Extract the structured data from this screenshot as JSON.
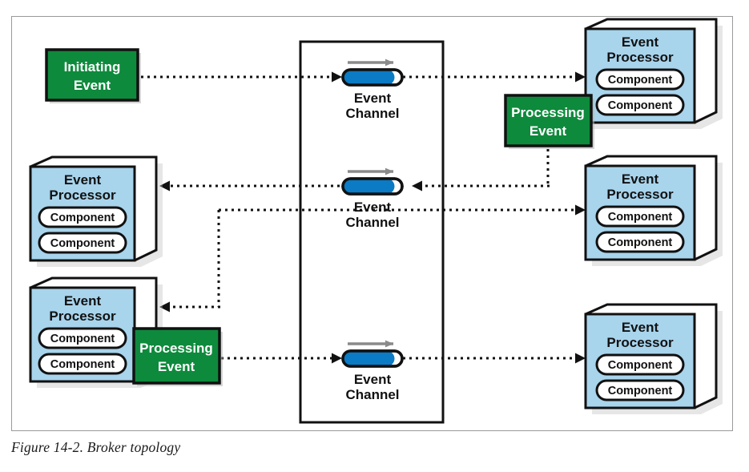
{
  "figure": {
    "caption": "Figure 14-2. Broker topology",
    "border_color": "#9a9a9a"
  },
  "colors": {
    "green_fill": "#0e8a3c",
    "green_stroke": "#111111",
    "processor_fill": "#a8d4ec",
    "processor_top": "#ffffff",
    "processor_stroke": "#111111",
    "channel_fill": "#0a7bc4",
    "channel_end": "#ffffff",
    "channel_stroke": "#111111",
    "arrow_gray": "#8a8a8a",
    "dotted_line": "#111111",
    "shadow": "#b4b4b4"
  },
  "broker": {
    "name": "broker-container",
    "stroke": "#111111"
  },
  "events": {
    "initiating": {
      "line1": "Initiating",
      "line2": "Event"
    },
    "processing_top": {
      "line1": "Processing",
      "line2": "Event"
    },
    "processing_bottom": {
      "line1": "Processing",
      "line2": "Event"
    }
  },
  "channels": [
    {
      "id": "channel-top",
      "line1": "Event",
      "line2": "Channel"
    },
    {
      "id": "channel-middle",
      "line1": "Event",
      "line2": "Channel"
    },
    {
      "id": "channel-bottom",
      "line1": "Event",
      "line2": "Channel"
    }
  ],
  "processors": [
    {
      "id": "processor-top-right",
      "line1": "Event",
      "line2": "Processor",
      "components": [
        "Component",
        "Component"
      ]
    },
    {
      "id": "processor-middle-right",
      "line1": "Event",
      "line2": "Processor",
      "components": [
        "Component",
        "Component"
      ]
    },
    {
      "id": "processor-bottom-right",
      "line1": "Event",
      "line2": "Processor",
      "components": [
        "Component",
        "Component"
      ]
    },
    {
      "id": "processor-middle-left",
      "line1": "Event",
      "line2": "Processor",
      "components": [
        "Component",
        "Component"
      ]
    },
    {
      "id": "processor-bottom-left",
      "line1": "Event",
      "line2": "Processor",
      "components": [
        "Component",
        "Component"
      ]
    }
  ]
}
